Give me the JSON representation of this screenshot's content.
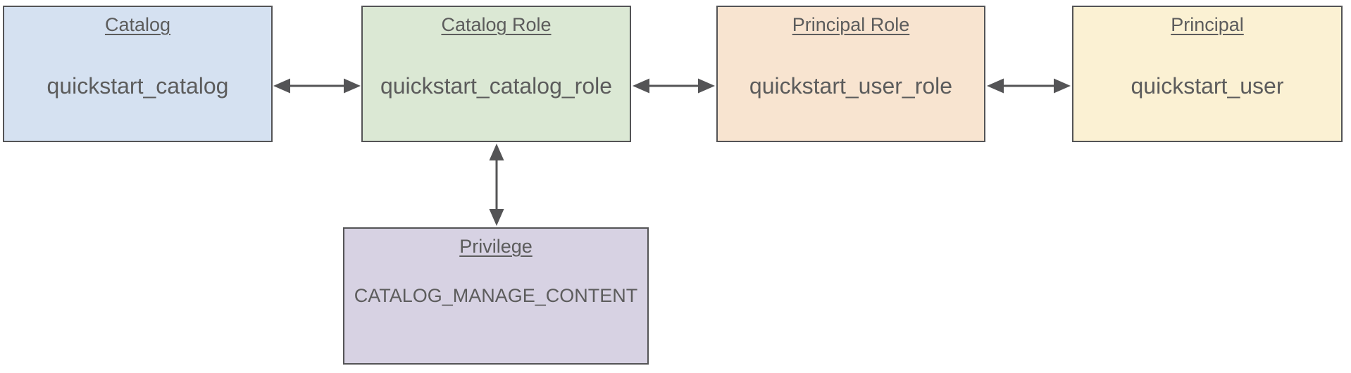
{
  "diagram": {
    "background": "#ffffff",
    "stroke_color": "#545456",
    "text_color": "#5c5c5c",
    "nodes": [
      {
        "id": "catalog",
        "title": "Catalog",
        "value": "quickstart_catalog",
        "fill": "#d5e1f1"
      },
      {
        "id": "catalog-role",
        "title": "Catalog Role",
        "value": "quickstart_catalog_role",
        "fill": "#dbe8d4"
      },
      {
        "id": "principal-role",
        "title": "Principal Role",
        "value": "quickstart_user_role",
        "fill": "#f8e4d0"
      },
      {
        "id": "principal",
        "title": "Principal",
        "value": "quickstart_user",
        "fill": "#fbf1d3"
      },
      {
        "id": "privilege",
        "title": "Privilege",
        "value": "CATALOG_MANAGE_CONTENT",
        "fill": "#d7d2e3"
      }
    ],
    "connectors": [
      {
        "between": [
          "catalog",
          "catalog-role"
        ],
        "direction": "both",
        "orientation": "horizontal"
      },
      {
        "between": [
          "catalog-role",
          "principal-role"
        ],
        "direction": "both",
        "orientation": "horizontal"
      },
      {
        "between": [
          "principal-role",
          "principal"
        ],
        "direction": "both",
        "orientation": "horizontal"
      },
      {
        "between": [
          "catalog-role",
          "privilege"
        ],
        "direction": "both",
        "orientation": "vertical"
      }
    ]
  }
}
